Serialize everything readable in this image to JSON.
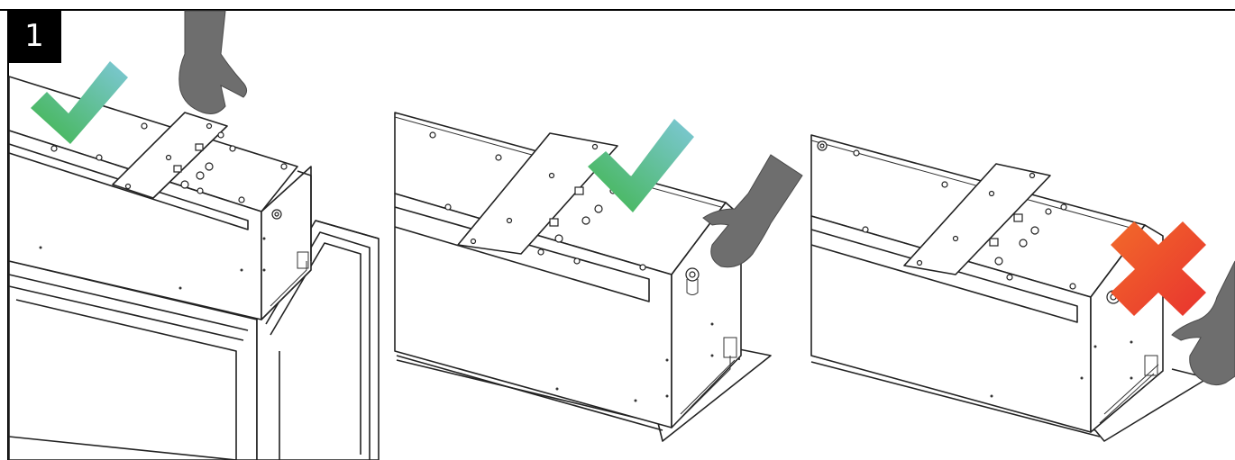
{
  "step": {
    "number": "1"
  },
  "panels": [
    {
      "id": "left",
      "mark": "check",
      "mark_icon": "checkmark-icon",
      "mark_color": "#4fb84f"
    },
    {
      "id": "middle",
      "mark": "check",
      "mark_icon": "checkmark-icon",
      "mark_color": "#4fb84f"
    },
    {
      "id": "right",
      "mark": "cross",
      "mark_icon": "cross-icon",
      "mark_color": "#ef4a2a"
    }
  ],
  "colors": {
    "check_gradient_start": "#3fb54a",
    "check_gradient_end": "#7ec8d8",
    "cross_gradient_start": "#f26a2a",
    "cross_gradient_end": "#e8332f",
    "line": "#222222",
    "badge_bg": "#000000",
    "badge_text": "#ffffff"
  }
}
